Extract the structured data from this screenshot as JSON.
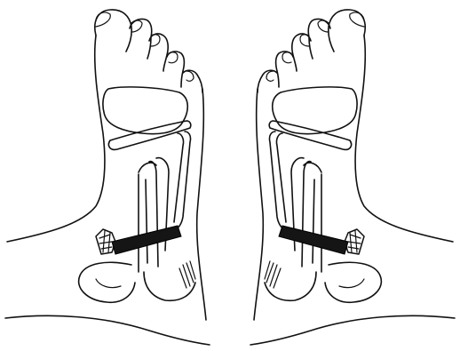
{
  "illustration": {
    "subject": "feet-plantar-view-pair",
    "line_color": "#111111",
    "fill_color": "#ffffff",
    "band_color": "#151515",
    "panels": [
      {
        "side": "left-foot",
        "band": "dark-band"
      },
      {
        "side": "right-foot",
        "band": "dark-band"
      }
    ]
  }
}
